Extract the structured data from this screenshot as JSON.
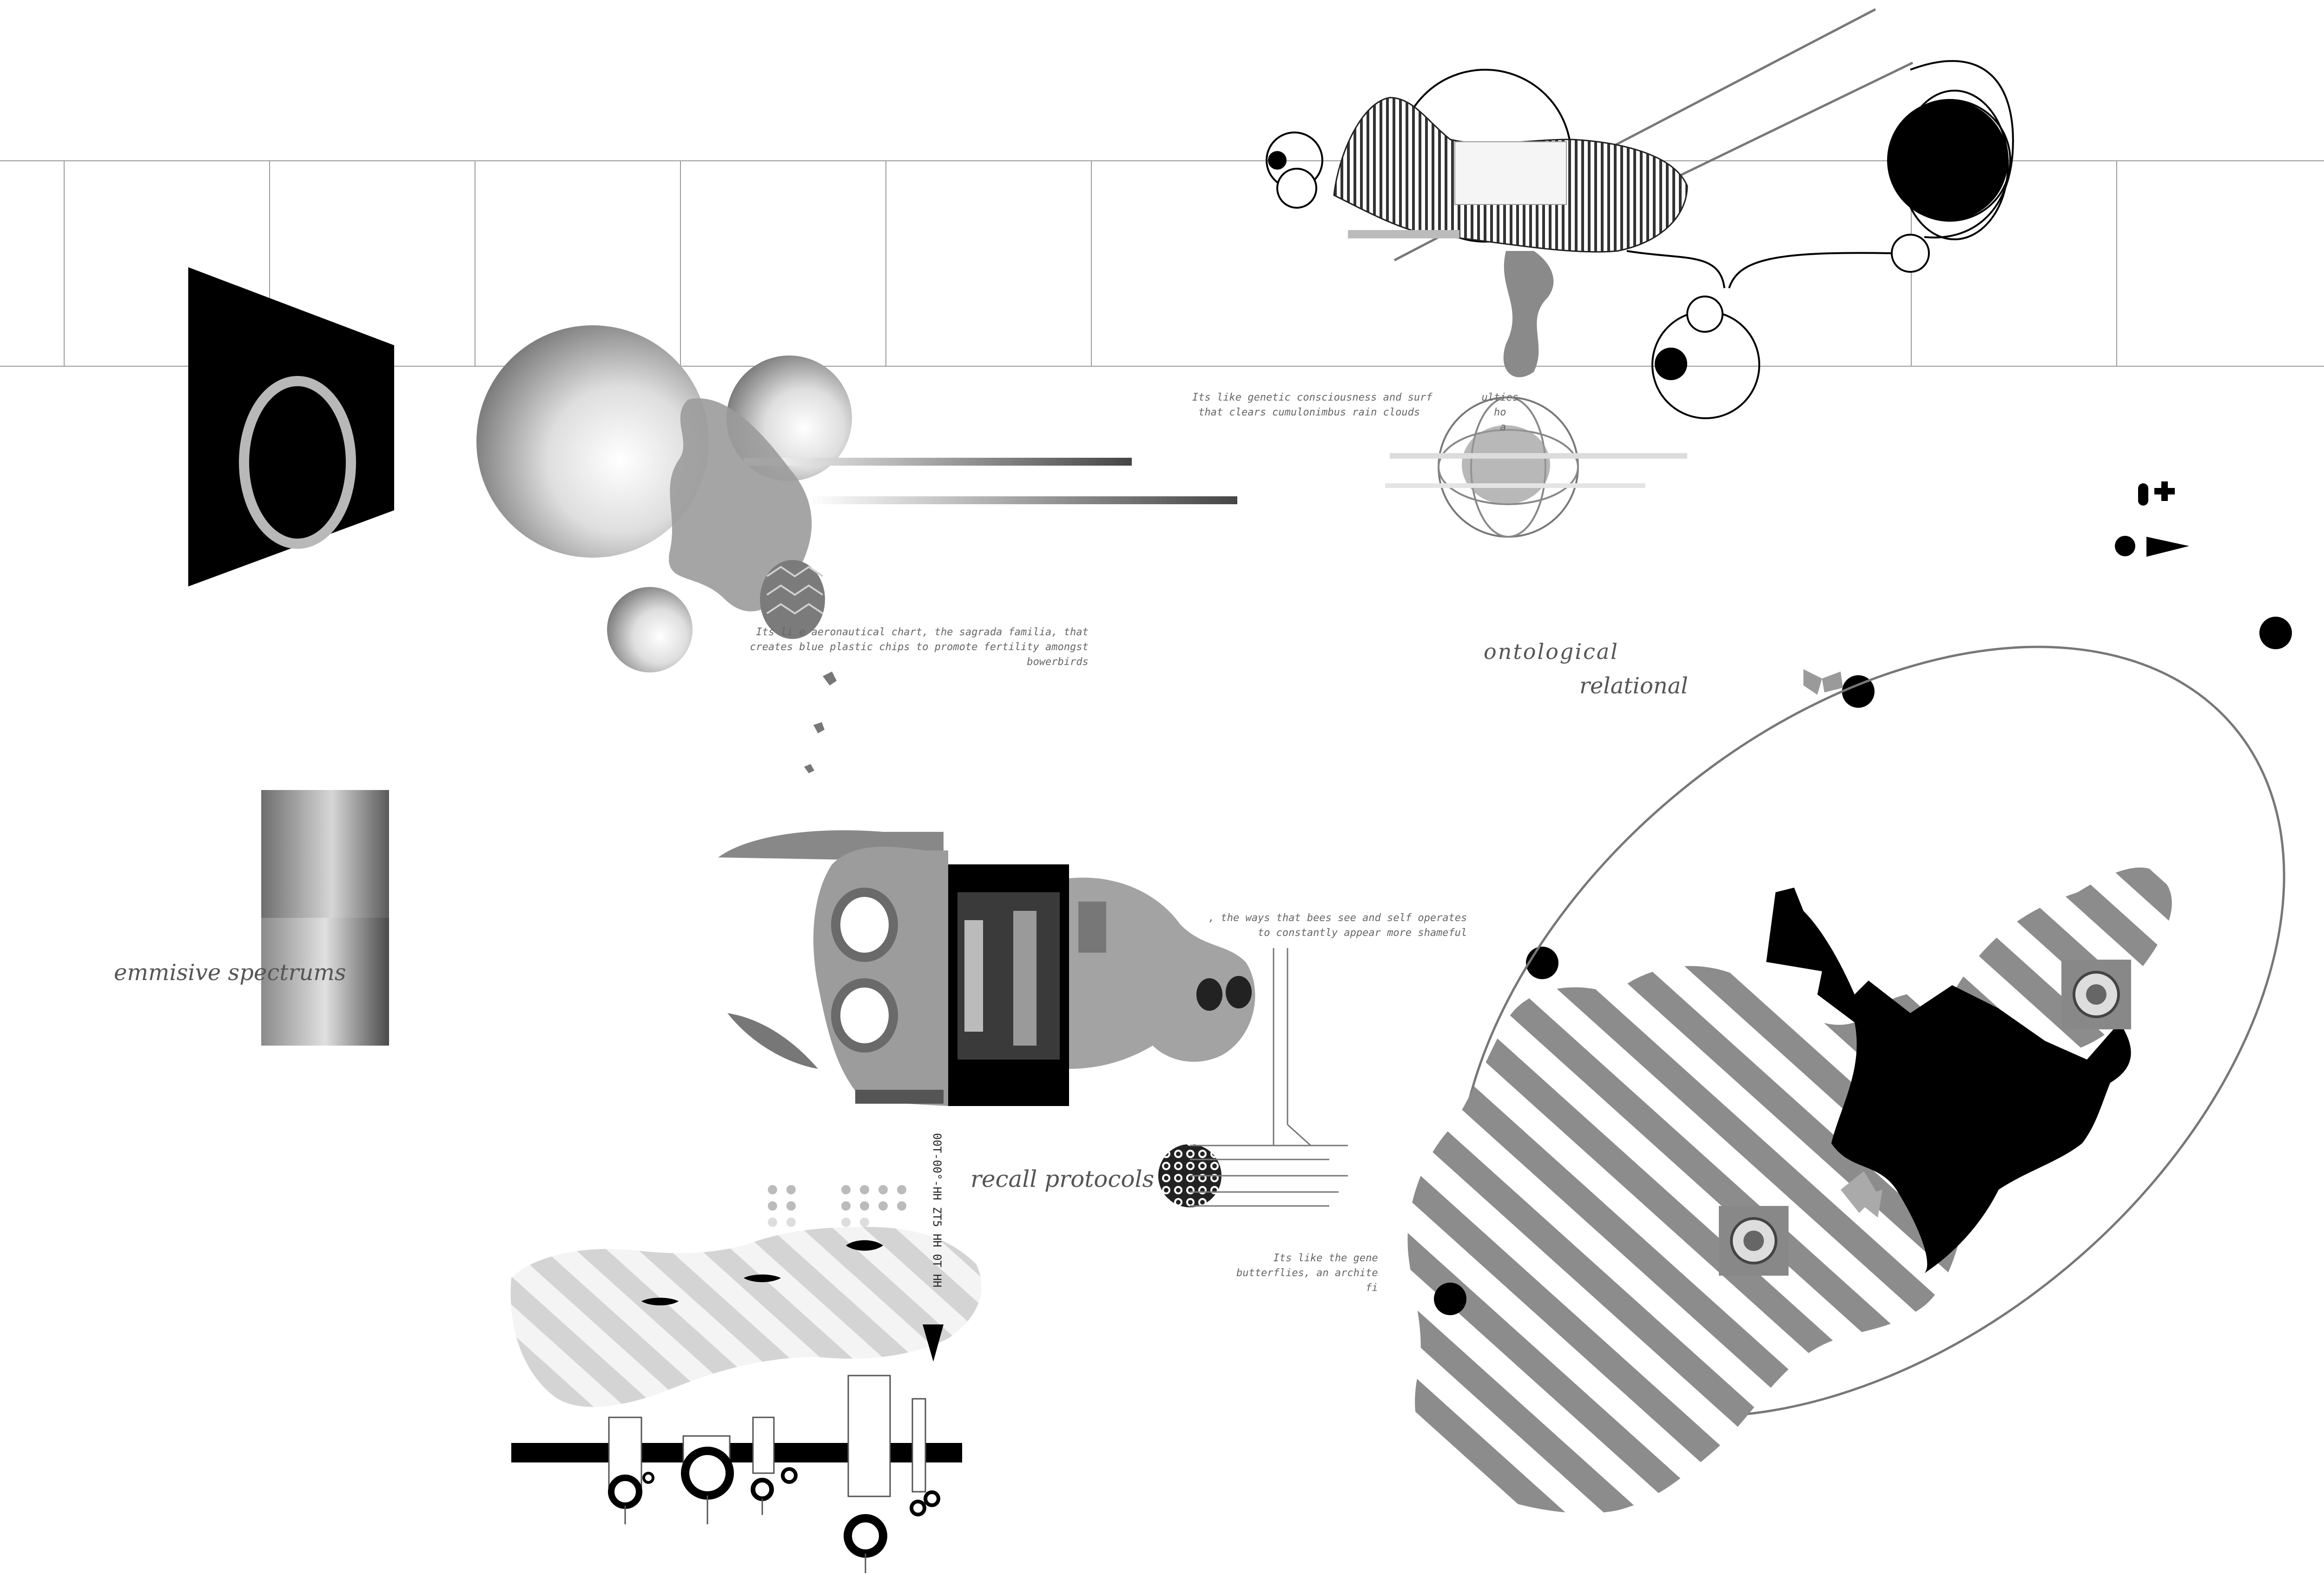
{
  "labels": {
    "emmisive": "emmisive spectrums",
    "ontological": "ontological",
    "relational": "relational",
    "recall": "recall protocols"
  },
  "texts": {
    "genetic": "Its like genetic consciousness and surf        ulties\n that clears cumulonimbus rain clouds            ho\n                                                  a",
    "chart": "Its li e aeronautical chart, the sagrada familia, that\n creates blue plastic chips to promote fertility amongst\n                                              bowerbirds",
    "bees": ", the ways that bees see and self operates\n    to constantly appear more shameful",
    "butterflies": "Its like the gene\nbutterflies, an archite\n                     fi"
  },
  "vertical": "00T-00°-HH ZT5 HH 0T HH",
  "colors": {
    "ink": "#000000",
    "gray": "#888888",
    "stripe": "#8a8a8a",
    "grid": "#999999"
  }
}
